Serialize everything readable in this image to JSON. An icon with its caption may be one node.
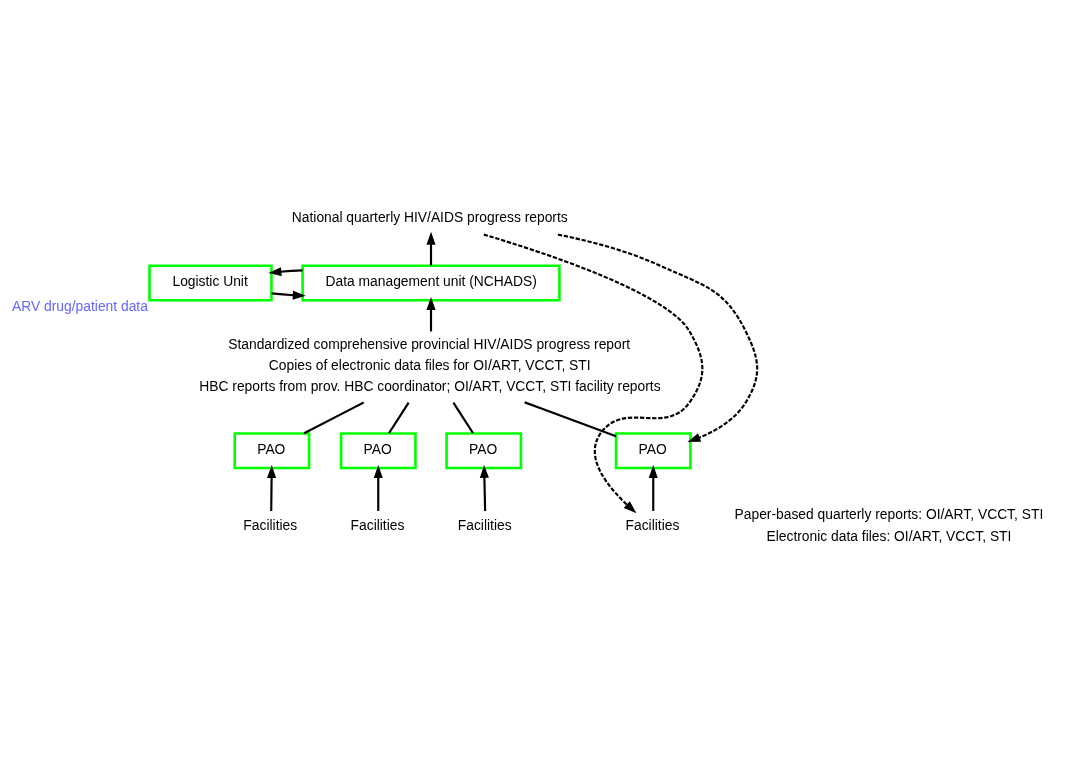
{
  "diagram": {
    "nodes": [
      {
        "text": [
          "National quarterly HIV/AIDS progress reports"
        ]
      },
      {
        "text": [
          "Data management unit (NCHADS)"
        ]
      },
      {
        "text": [
          "Logistic Unit"
        ],
        "beside": [
          "ARV drug/patient data"
        ]
      },
      {
        "text": [
          "Standardized comprehensive provincial HIV/AIDS progress report",
          "Copies of electronic data files for OI/ART, VCCT, STI",
          "HBC reports from prov. HBC coordinator; OI/ART, VCCT, STI facility reports"
        ]
      },
      {
        "text": [
          "PAO"
        ]
      },
      {
        "text": [
          "PAO"
        ]
      },
      {
        "text": [
          "PAO"
        ]
      },
      {
        "text": [
          "PAO"
        ]
      },
      {
        "text": [
          "Facilities"
        ]
      },
      {
        "text": [
          "Facilities"
        ]
      },
      {
        "text": [
          "Facilities"
        ]
      },
      {
        "text": [
          "Facilities"
        ]
      }
    ],
    "edges": [
      {
        "from": 1,
        "to": 0,
        "arrow": "to"
      },
      {
        "from": 1,
        "to": 2,
        "arrow": "to"
      },
      {
        "from": 2,
        "to": 1,
        "arrow": "to"
      },
      {
        "from": 3,
        "to": 1,
        "arrow": "to"
      },
      {
        "from": 4,
        "to": 3,
        "arrow": "none"
      },
      {
        "from": 5,
        "to": 3,
        "arrow": "none"
      },
      {
        "from": 6,
        "to": 3,
        "arrow": "none"
      },
      {
        "from": 7,
        "to": 3,
        "arrow": "none"
      },
      {
        "from": 8,
        "to": 4,
        "arrow": "to"
      },
      {
        "from": 9,
        "to": 5,
        "arrow": "to"
      },
      {
        "from": 10,
        "to": 6,
        "arrow": "to"
      },
      {
        "from": 11,
        "to": 7,
        "arrow": "to"
      },
      {
        "from": 0,
        "to": 4,
        "arrow": "to",
        "style": "dashed"
      },
      {
        "from": 0,
        "to": 8,
        "arrow": "to",
        "style": "dashed"
      }
    ],
    "labels": [
      "Paper-based quarterly reports: OI/ART, VCCT, STI",
      "Electronic data files: OI/ART, VCCT, STI"
    ]
  }
}
